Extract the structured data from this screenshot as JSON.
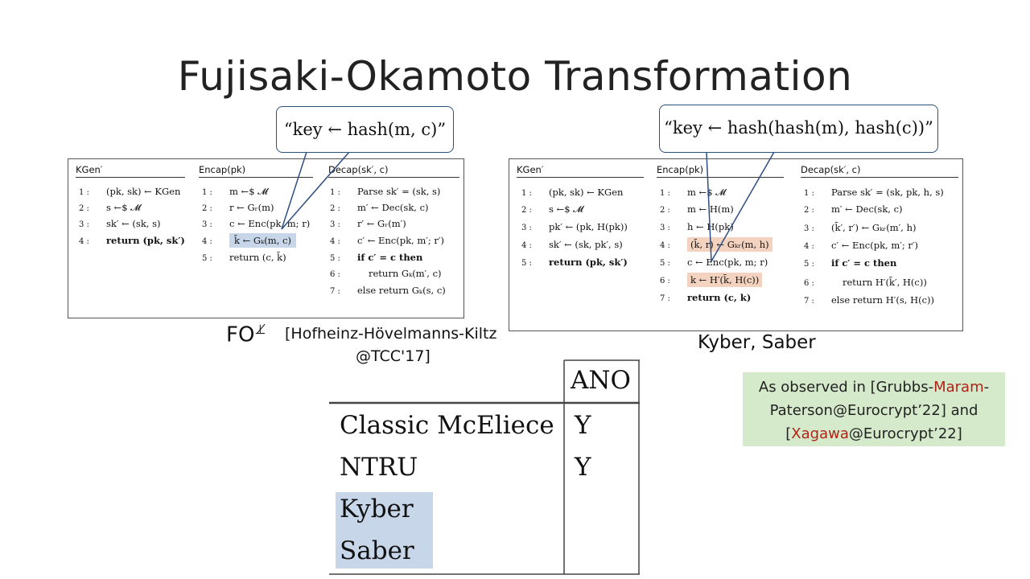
{
  "slide": {
    "title": "Fujisaki-Okamoto Transformation"
  },
  "callouts": {
    "left": "“key ← hash(m, c)”",
    "right": "“key ← hash(hash(m), hash(c))”"
  },
  "left_algorithm": {
    "kgen": {
      "header": "KGen′",
      "lines": [
        {
          "num": "1 :",
          "text": "(pk, sk) ← KGen"
        },
        {
          "num": "2 :",
          "text": "s ←$ 𝓜"
        },
        {
          "num": "3 :",
          "text": "sk′ ← (sk, s)"
        },
        {
          "num": "4 :",
          "text": "return (pk, sk′)"
        }
      ]
    },
    "encap": {
      "header": "Encap(pk)",
      "lines": [
        {
          "num": "1 :",
          "text": "m ←$ 𝓜"
        },
        {
          "num": "2 :",
          "text": "r ← Gᵣ(m)"
        },
        {
          "num": "3 :",
          "text": "c ← Enc(pk, m; r)"
        },
        {
          "num": "4 :",
          "text": "k̄ ← Gₖ(m, c)"
        },
        {
          "num": "5 :",
          "text": "return (c, k̄)"
        }
      ]
    },
    "decap": {
      "header": "Decap(sk′, c)",
      "lines": [
        {
          "num": "1 :",
          "text": "Parse sk′ = (sk, s)"
        },
        {
          "num": "2 :",
          "text": "m′ ← Dec(sk, c)"
        },
        {
          "num": "3 :",
          "text": "r′ ← Gᵣ(m′)"
        },
        {
          "num": "4 :",
          "text": "c′ ← Enc(pk, m′; r′)"
        },
        {
          "num": "5 :",
          "text": "if c′ = c then"
        },
        {
          "num": "6 :",
          "text": "return Gₖ(m′, c)"
        },
        {
          "num": "7 :",
          "text": "else return Gₖ(s, c)"
        }
      ]
    }
  },
  "right_algorithm": {
    "kgen": {
      "header": "KGen′",
      "lines": [
        {
          "num": "1 :",
          "text": "(pk, sk) ← KGen"
        },
        {
          "num": "2 :",
          "text": "s ←$ 𝓜"
        },
        {
          "num": "3 :",
          "text": "pk′ ← (pk, H(pk))"
        },
        {
          "num": "4 :",
          "text": "sk′ ← (sk, pk′, s)"
        },
        {
          "num": "5 :",
          "text": "return (pk, sk′)"
        }
      ]
    },
    "encap": {
      "header": "Encap(pk)",
      "lines": [
        {
          "num": "1 :",
          "text": "m ←$ 𝓜"
        },
        {
          "num": "2 :",
          "text": "m ← H(m)"
        },
        {
          "num": "3 :",
          "text": "h ← H(pk)"
        },
        {
          "num": "4 :",
          "text": "(k̄, r) ← Gₖᵣ(m, h)"
        },
        {
          "num": "5 :",
          "text": "c ← Enc(pk, m; r)"
        },
        {
          "num": "6 :",
          "text": "k ← H′(k̄, H(c))"
        },
        {
          "num": "7 :",
          "text": "return (c, k)"
        }
      ]
    },
    "decap": {
      "header": "Decap(sk′, c)",
      "lines": [
        {
          "num": "1 :",
          "text": "Parse sk′ = (sk, pk, h, s)"
        },
        {
          "num": "2 :",
          "text": "m′ ← Dec(sk, c)"
        },
        {
          "num": "3 :",
          "text": "(k̄′, r′) ← Gₖᵣ(m′, h)"
        },
        {
          "num": "4 :",
          "text": "c′ ← Enc(pk, m′; r′)"
        },
        {
          "num": "5 :",
          "text": "if c′ = c then"
        },
        {
          "num": "6 :",
          "text": "return H′(k̄′, H(c))"
        },
        {
          "num": "7 :",
          "text": "else return H′(s, H(c))"
        }
      ]
    }
  },
  "labels": {
    "fo_main": "FO",
    "fo_sup": "⊥̸",
    "fo_ref_line1": "[Hofheinz-Hövelmanns-Kiltz",
    "fo_ref_line2": "@TCC'17]",
    "kyber_saber": "Kyber, Saber"
  },
  "note": {
    "part1": "As observed in [Grubbs-",
    "part2": "Maram",
    "part3": "-",
    "part4": "Paterson@Eurocrypt’22] and",
    "part5": "[",
    "part6": "Xagawa",
    "part7": "@Eurocrypt’22]"
  },
  "table": {
    "header": "ANO",
    "rows": [
      {
        "scheme": "Classic McEliece",
        "ano": "Y"
      },
      {
        "scheme": "NTRU",
        "ano": "Y"
      },
      {
        "scheme": "Kyber",
        "ano": ""
      },
      {
        "scheme": "Saber",
        "ano": ""
      }
    ]
  },
  "colors": {
    "highlight_blue": "#c8d6ea",
    "highlight_orange": "#f3d2bf",
    "note_green": "#d5eacb",
    "accent_red": "#b02418",
    "callout_border": "#2e4f80"
  }
}
